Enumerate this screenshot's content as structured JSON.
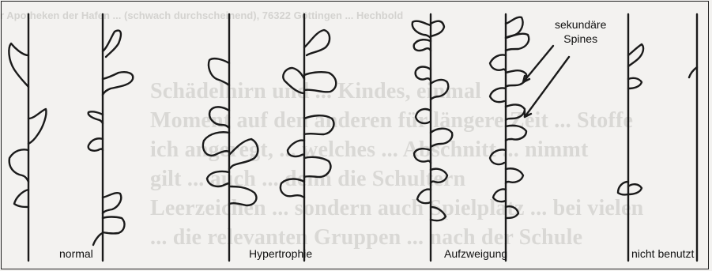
{
  "background": {
    "header": "r Apotheken der Hafen ... (schwach durchscheinend), 76322 Göttingen ... Hechbold",
    "lines": [
      "Schädelhirn und ... Kindes, einmal",
      "Moment auf den anderen für längere Zeit ... Stoffe",
      "ich angeregt, ... welches ... Abschnitt ... nimmt",
      "gilt ... auch ... denn die Schultern",
      "Leerzeichen ... sondern auch Spielplatz ... bei vielen",
      "... die relevanten Gruppen ... nach der Schule"
    ]
  },
  "callout": {
    "line1": "sekundäre",
    "line2": "Spines"
  },
  "labels": {
    "normal": "normal",
    "hypertrophie": "Hypertrophie",
    "aufzweigung": "Aufzweigung",
    "nicht_benutzt": "nicht benutzt"
  },
  "colors": {
    "ink": "#1a1a1a",
    "paper": "#f3f2f0",
    "bleed_text": "#d9d8d5"
  }
}
